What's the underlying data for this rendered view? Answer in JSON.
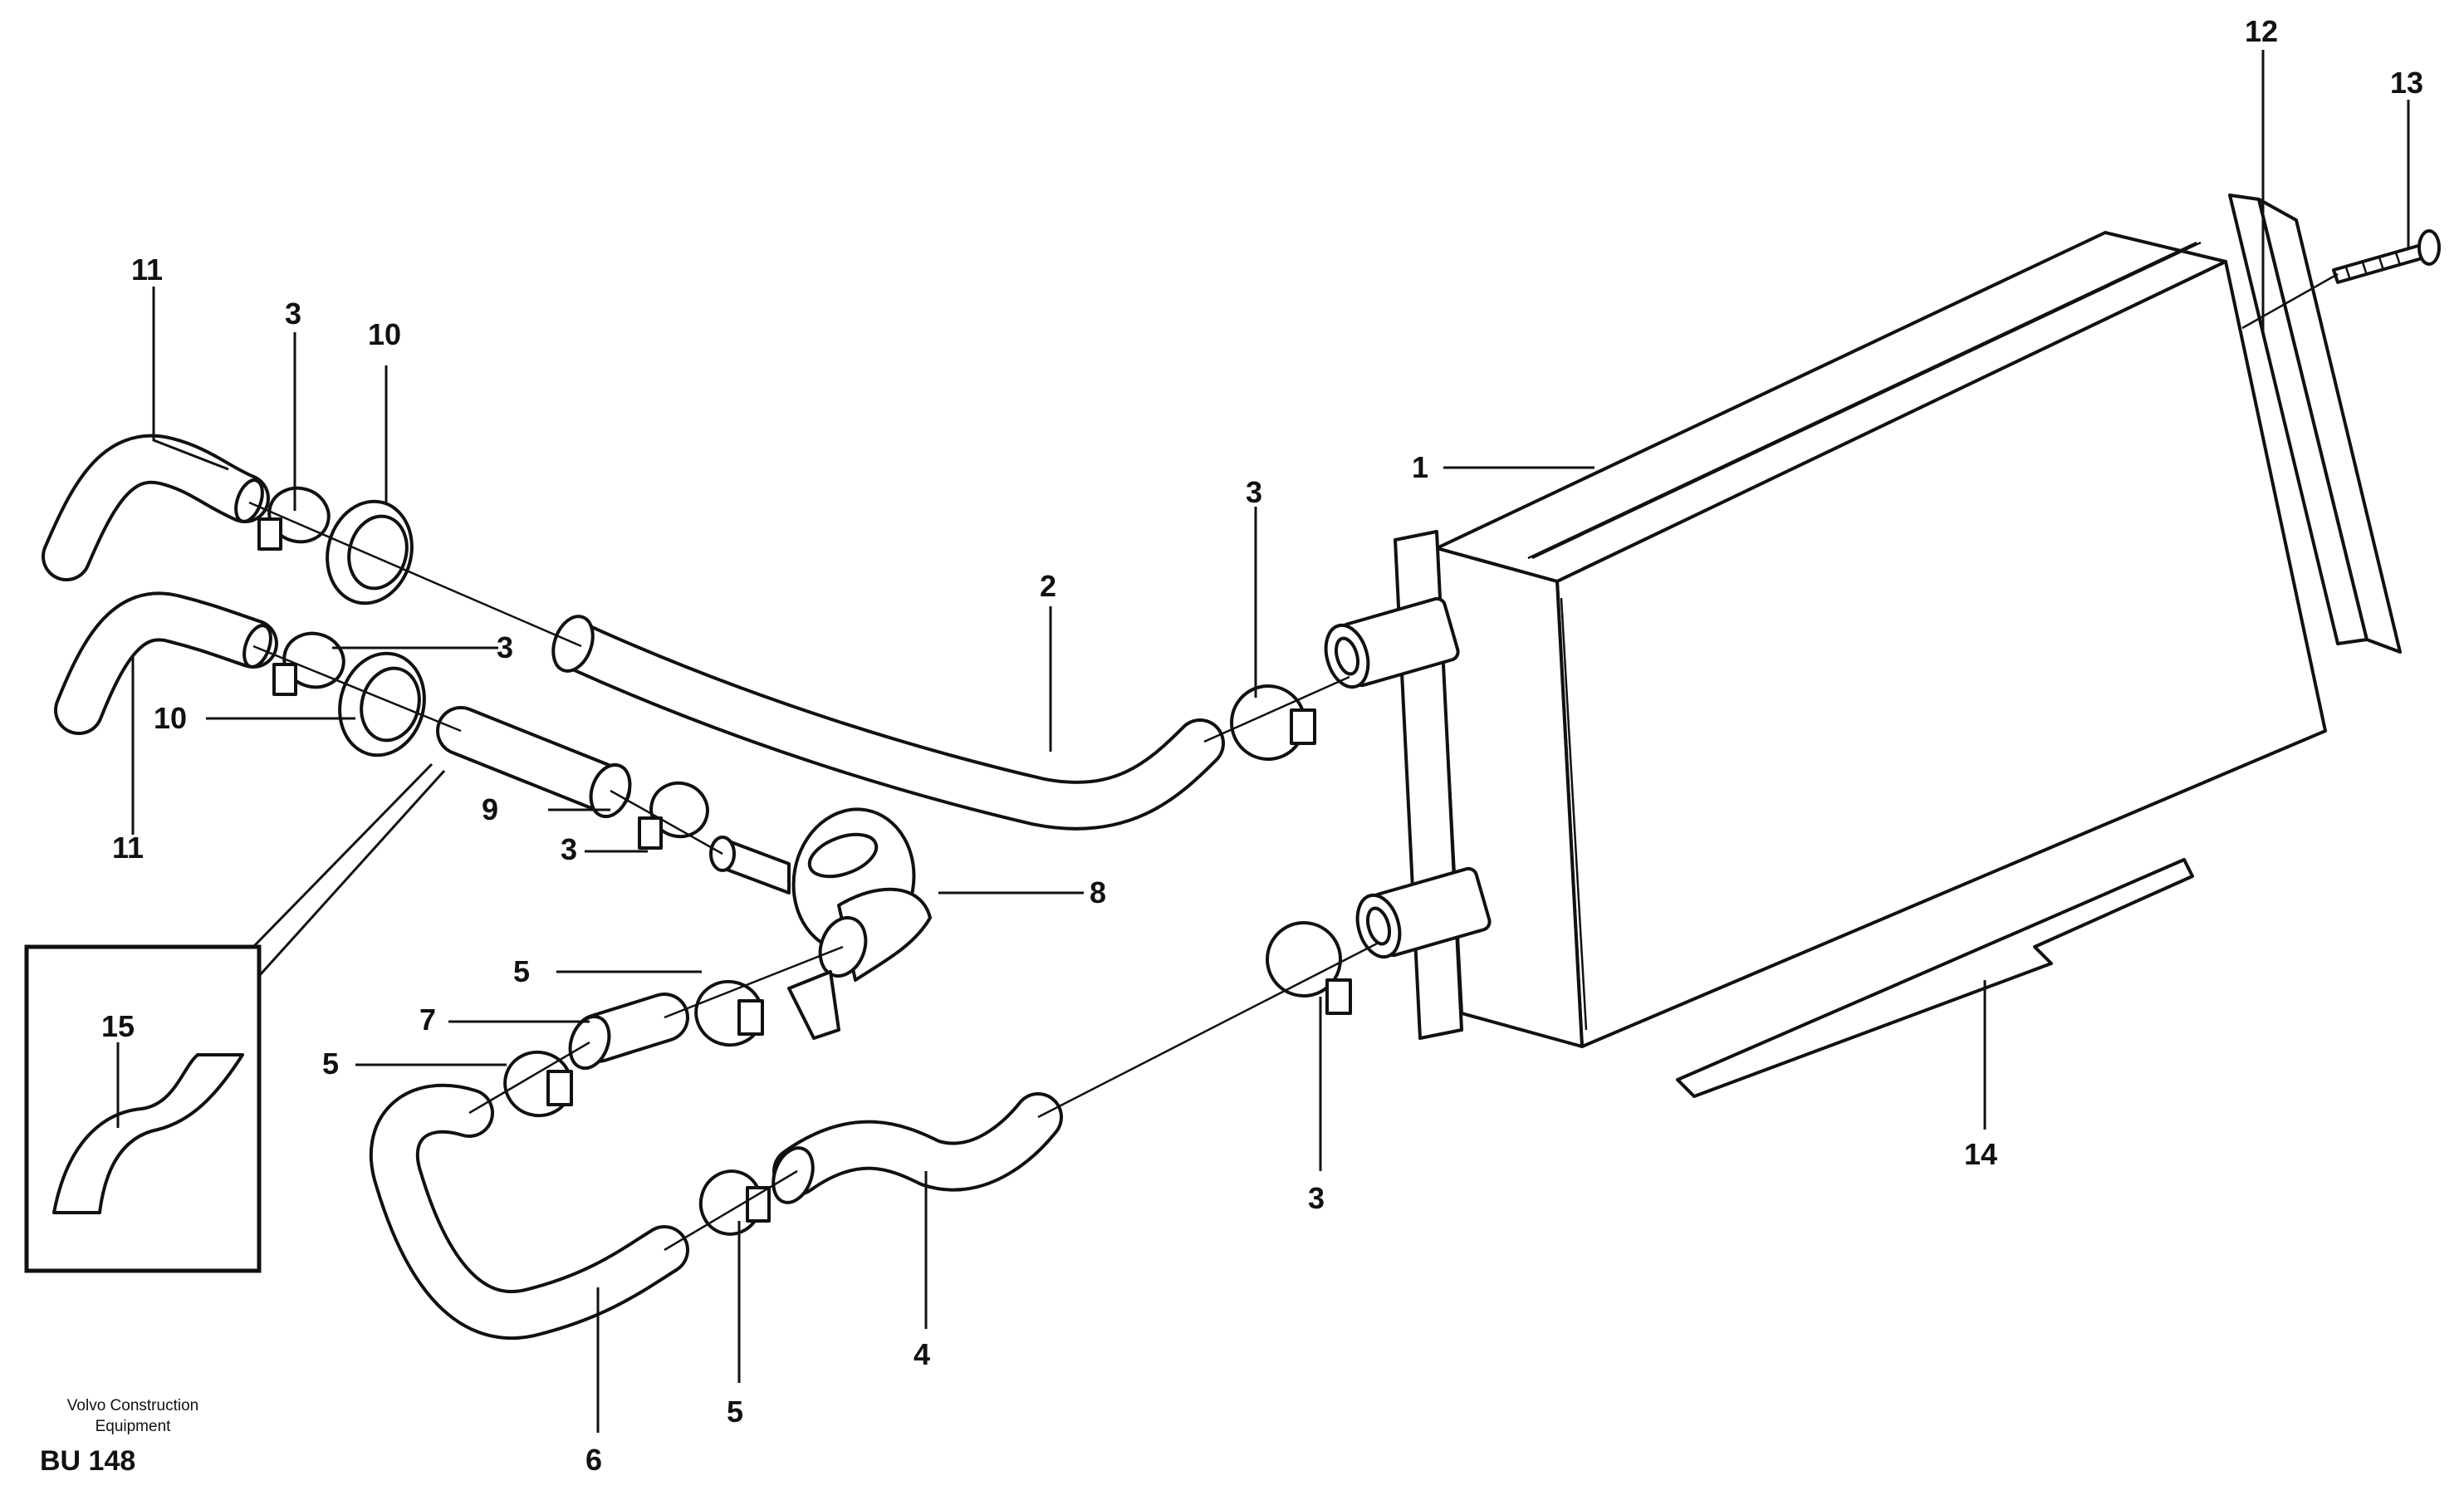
{
  "callouts": {
    "c1": "1",
    "c2": "2",
    "c3a": "3",
    "c3b": "3",
    "c3c": "3",
    "c3d": "3",
    "c3e": "3",
    "c4": "4",
    "c5a": "5",
    "c5b": "5",
    "c5c": "5",
    "c6": "6",
    "c7": "7",
    "c8": "8",
    "c9": "9",
    "c10a": "10",
    "c10b": "10",
    "c11a": "11",
    "c11b": "11",
    "c12": "12",
    "c13": "13",
    "c14": "14",
    "c15": "15"
  },
  "footer": {
    "company_line1": "Volvo Construction",
    "company_line2": "Equipment",
    "code": "BU 148"
  }
}
